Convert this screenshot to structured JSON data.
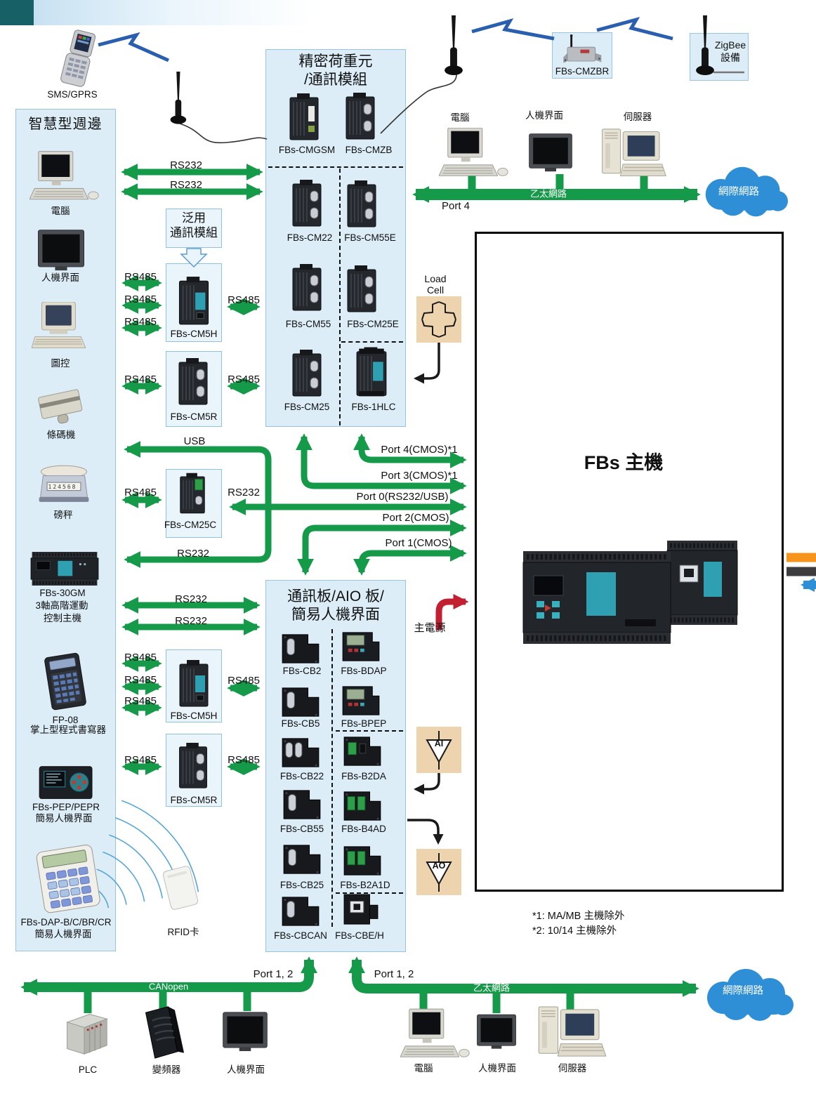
{
  "colors": {
    "green": "#149a48",
    "red": "#c21f30",
    "cloud_blue": "#2e8fd6",
    "panel_blue": "#dcedf8",
    "tan": "#edd3ae",
    "orange": "#f7941d",
    "lightning_blue": "#2a5fb0",
    "expansion_dark": "#3d3d3d",
    "expansion_blue": "#2e8fd6"
  },
  "buses": {
    "rs232": "RS232",
    "rs485": "RS485",
    "usb": "USB",
    "canopen": "CANopen",
    "ethernet": "乙太網路"
  },
  "top": {
    "sms": "SMS/GPRS",
    "cmzbr": "FBs-CMZBR",
    "zigbee1": "ZigBee",
    "zigbee2": "設備",
    "computer": "電腦",
    "hmi": "人機界面",
    "server": "伺服器",
    "internet": "網際網路",
    "port4": "Port 4"
  },
  "left_panel": {
    "title": "智慧型週邊",
    "computer": "電腦",
    "hmi": "人機界面",
    "scada": "圖控",
    "barcode": "條碼機",
    "scale": "磅秤",
    "scale_display": "124568",
    "gm1": "FBs-30GM",
    "gm2": "3軸高階運動",
    "gm3": "控制主機",
    "fp1": "FP-08",
    "fp2": "掌上型程式書寫器",
    "pep1": "FBs-PEP/PEPR",
    "pep2": "簡易人機界面",
    "dap1": "FBs-DAP-B/C/BR/CR",
    "dap2": "簡易人機界面"
  },
  "rfid": "RFID卡",
  "generic": {
    "t1": "泛用",
    "t2": "通訊模組",
    "cm5h": "FBs-CM5H",
    "cm5r": "FBs-CM5R",
    "cm25c": "FBs-CM25C"
  },
  "lc_panel": {
    "t1": "精密荷重元",
    "t2": "/通訊模組",
    "m": [
      "FBs-CMGSM",
      "FBs-CMZB",
      "FBs-CM22",
      "FBs-CM55E",
      "FBs-CM55",
      "FBs-CM25E",
      "FBs-CM25",
      "FBs-1HLC"
    ]
  },
  "load_cell": {
    "l1": "Load",
    "l2": "Cell"
  },
  "aio_panel": {
    "t1": "通訊板/AIO 板/",
    "t2": "簡易人機界面",
    "m": [
      "FBs-CB2",
      "FBs-BDAP",
      "FBs-CB5",
      "FBs-BPEP",
      "FBs-CB22",
      "FBs-B2DA",
      "FBs-CB55",
      "FBs-B4AD",
      "FBs-CB25",
      "FBs-B2A1D",
      "FBs-CBCAN",
      "FBs-CBE/H"
    ]
  },
  "main_unit": {
    "title": "FBs 主機"
  },
  "ports": {
    "p4": "Port 4(CMOS)*1",
    "p3": "Port 3(CMOS)*1",
    "p0": "Port 0(RS232/USB)",
    "p2": "Port 2(CMOS)",
    "p1": "Port 1(CMOS)",
    "p12": "Port 1, 2"
  },
  "signals": {
    "ai": "AI",
    "ao": "AO",
    "power": "主電源"
  },
  "notes": {
    "n1": "*1: MA/MB 主機除外",
    "n2": "*2: 10/14 主機除外"
  },
  "bottom": {
    "plc": "PLC",
    "inverter": "變頻器",
    "hmi": "人機界面",
    "computer": "電腦",
    "hmi2": "人機界面",
    "server": "伺服器",
    "internet": "網際網路"
  }
}
